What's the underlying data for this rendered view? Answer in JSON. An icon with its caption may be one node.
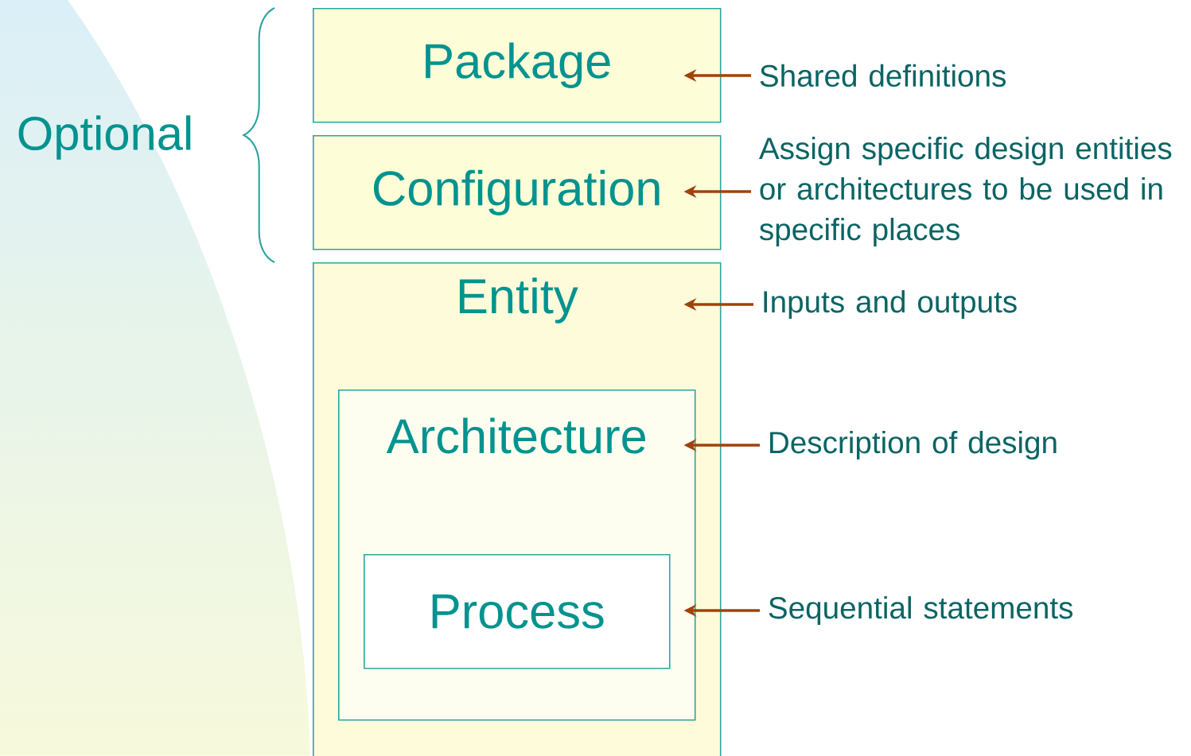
{
  "diagram": {
    "nodes": [
      {
        "text": [
          "Package"
        ]
      },
      {
        "text": [
          "Configuration"
        ]
      },
      {
        "text": [
          "Entity"
        ]
      },
      {
        "text": [
          "Architecture"
        ],
        "in": 2
      },
      {
        "text": [
          "Process"
        ],
        "in": 3
      },
      {
        "text": [
          "Shared definitions"
        ]
      },
      {
        "text": [
          "Assign specific design entities or architectures to be used in specific places"
        ]
      },
      {
        "text": [
          "Inputs and outputs"
        ]
      },
      {
        "text": [
          "Description of design"
        ]
      },
      {
        "text": [
          "Sequential statements"
        ]
      }
    ],
    "edges": [
      {
        "from": 5,
        "to": 0,
        "arrow": "to"
      },
      {
        "from": 6,
        "to": 1,
        "arrow": "to"
      },
      {
        "from": 7,
        "to": 2,
        "arrow": "to"
      },
      {
        "from": 8,
        "to": 3,
        "arrow": "to"
      },
      {
        "from": 9,
        "to": 4,
        "arrow": "to"
      }
    ],
    "labels": [
      "Optional"
    ]
  }
}
